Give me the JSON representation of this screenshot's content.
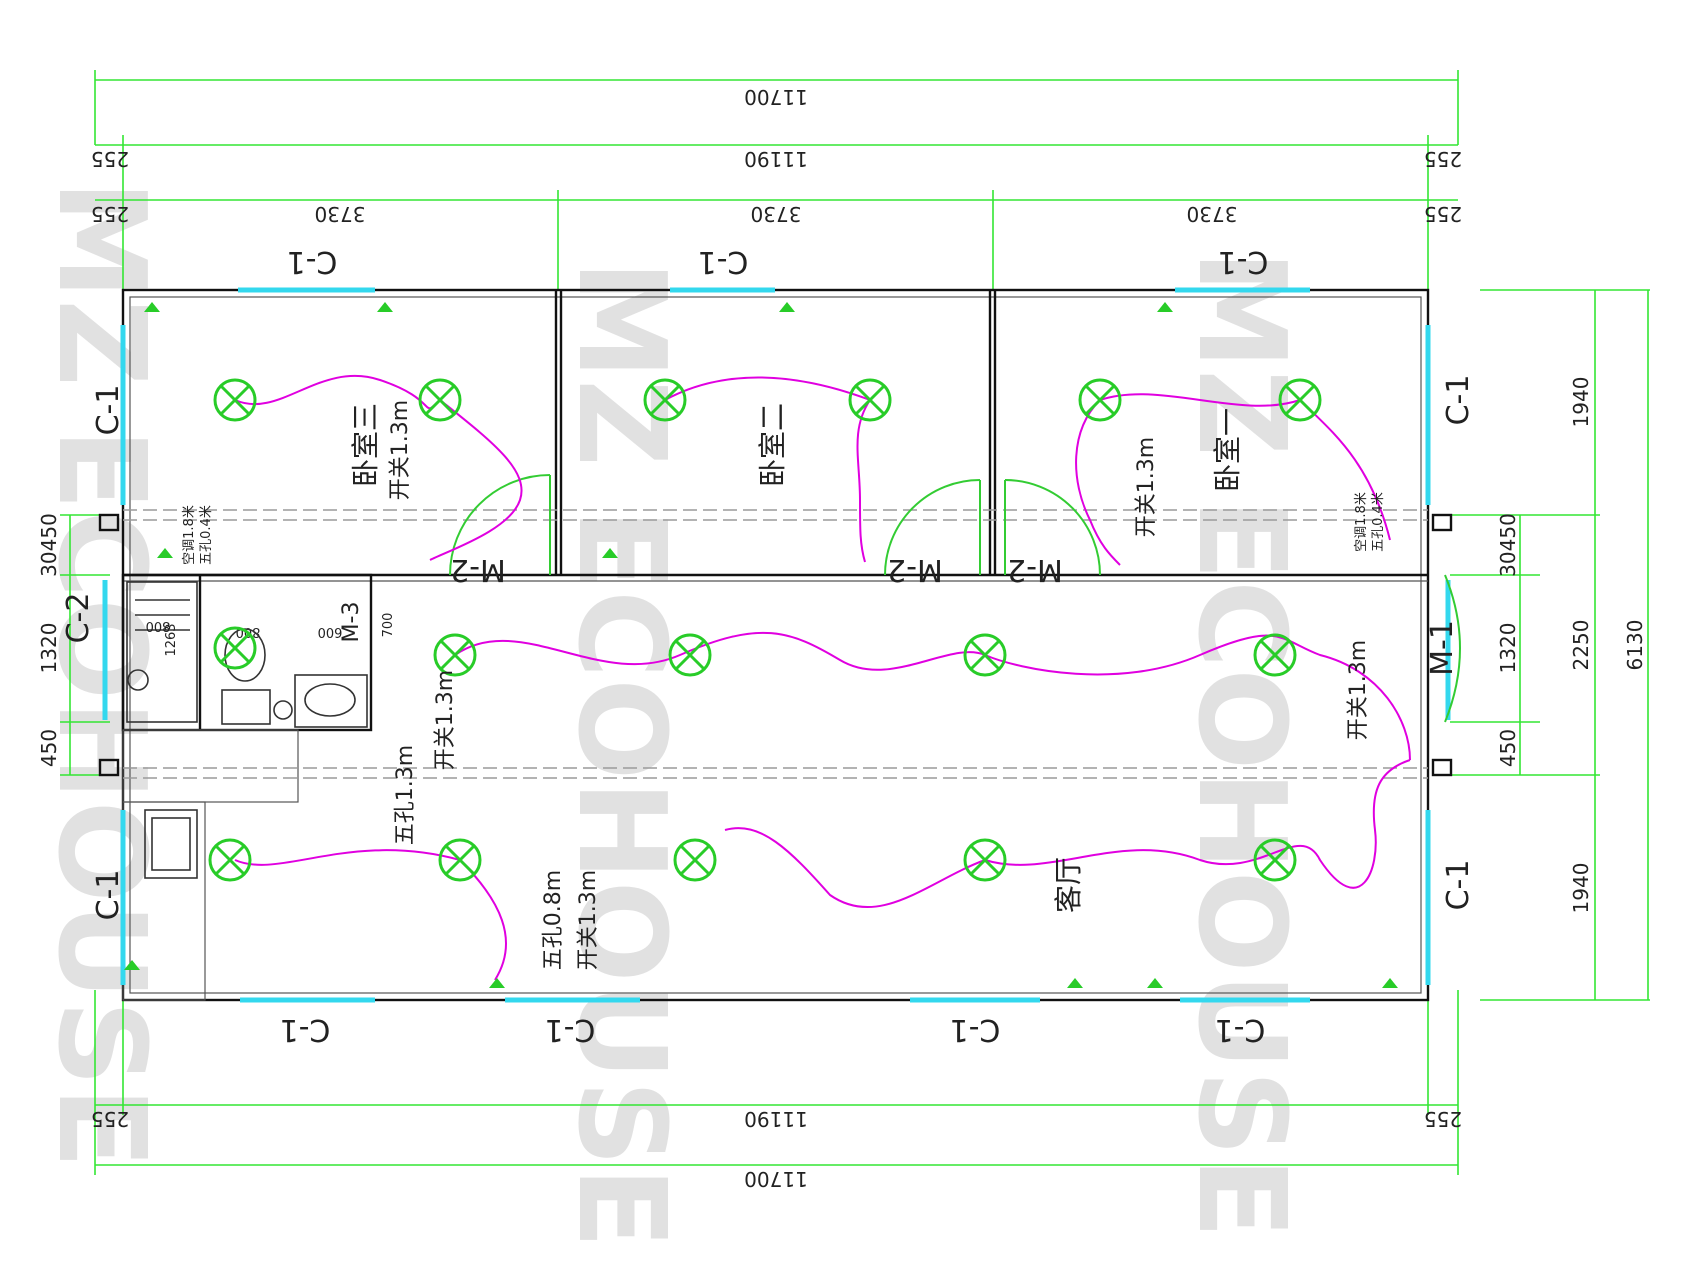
{
  "dimensions": {
    "overall_width": "11700",
    "inner_width": "11190",
    "end_offset": "255",
    "bay_width": "3730",
    "overall_depth": "6130",
    "room_depth": "1940",
    "corridor_depth": "2250",
    "door_height": "1320",
    "wall_short": "450",
    "beam_offset": "30450",
    "inner_small": "700",
    "bath_width_1": "800",
    "bath_width_2": "800",
    "bath_width_3": "600",
    "bath_depth": "1263"
  },
  "windows": {
    "c1": "C-1",
    "c2": "C-2"
  },
  "doors": {
    "m1": "M-1",
    "m2": "M-2",
    "m3": "M-3"
  },
  "rooms": {
    "bedroom_1": "卧室一",
    "bedroom_2": "卧室二",
    "bedroom_3": "卧室三",
    "living_room": "客厅"
  },
  "annotations": {
    "switch_height": "开关1.3m",
    "socket_low": "五孔0.8m",
    "socket_high": "五孔1.3m",
    "aircon_socket": "空调1.8米",
    "socket_small": "五孔0.4米"
  },
  "watermark": {
    "text": "MZ ECOHOUSE"
  },
  "colors": {
    "dimension": "#33e633",
    "window": "#33d8ee",
    "wire": "#e000e0",
    "lamp": "#28cc28",
    "wall": "#111111"
  }
}
